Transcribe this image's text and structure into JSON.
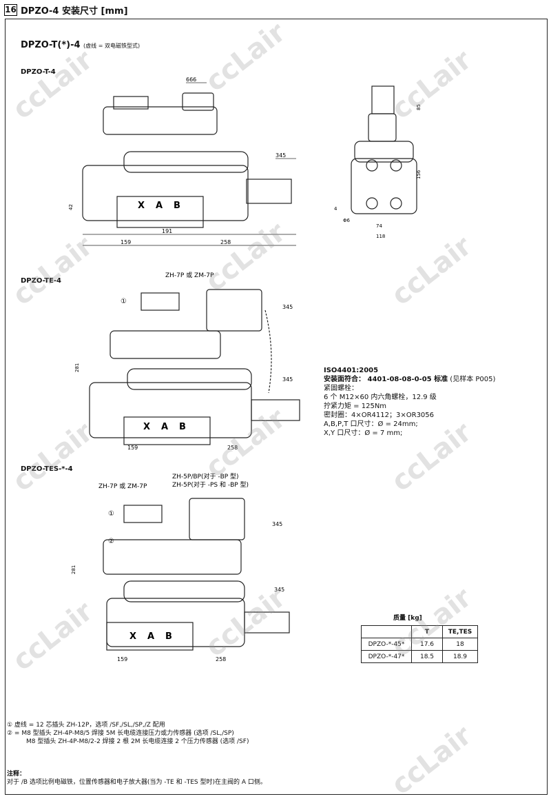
{
  "header": {
    "number": "16",
    "title": "DPZO-4 安装尺寸 [mm]"
  },
  "main_title": {
    "model": "DPZO-T(*)-4",
    "note": "(虚线 = 双电磁铁型式)"
  },
  "watermark": "ccLair",
  "drawings": {
    "t4": {
      "label": "DPZO-T-4",
      "dims": [
        "666",
        "345",
        "42",
        "191",
        "159",
        "258"
      ],
      "ports": [
        "X",
        "A",
        "B"
      ]
    },
    "side": {
      "dims": [
        "85",
        "156",
        "4",
        "Φ6",
        "74",
        "118"
      ]
    },
    "te4": {
      "label": "DPZO-TE-4",
      "connector": "ZH-7P 或 ZM-7P",
      "marker": "①",
      "dims": [
        "345",
        "345",
        "281",
        "159",
        "258"
      ],
      "ports": [
        "X",
        "A",
        "B"
      ]
    },
    "tes4": {
      "label": "DPZO-TES-*-4",
      "connector_left": "ZH-7P 或 ZM-7P",
      "connector_right_1": "ZH-5P/BP(对于 -BP 型)",
      "connector_right_2": "ZH-5P(对于 -PS 和 -BP 型)",
      "marker1": "①",
      "marker2": "②",
      "dims": [
        "345",
        "345",
        "281",
        "159",
        "258"
      ],
      "ports": [
        "X",
        "A",
        "B"
      ]
    }
  },
  "spec": {
    "line1": "ISO4401:2005",
    "line2_bold": "安装面符合： 4401-08-08-0-05 标准",
    "line2_rest": "(见样本 P005)",
    "line3": "紧固螺栓：",
    "line4": "6 个 M12×60 内六角螺栓，12.9 级",
    "line5": "拧紧力矩 = 125Nm",
    "line6": "密封圈：4×OR4112；3×OR3056",
    "line7": "A,B,P,T 口尺寸：Ø = 24mm;",
    "line8": "X,Y 口尺寸：Ø = 7 mm;"
  },
  "mass_table": {
    "caption": "质量 [kg]",
    "headers": [
      "",
      "T",
      "TE,TES"
    ],
    "rows": [
      [
        "DPZO-*-45*",
        "17.6",
        "18"
      ],
      [
        "DPZO-*-47*",
        "18.5",
        "18.9"
      ]
    ]
  },
  "notes": {
    "n1": "① 虚线 = 12 芯插头 ZH-12P，选项 /SF,/SL,/SP,/Z 配用",
    "n2": "② = M8 型插头 ZH-4P-M8/5 焊接 5M 长电缆连接压力或力传感器 (选项 /SL,/SP)",
    "n3": "M8 型插头 ZH-4P-M8/2-2 焊接 2 根 2M 长电缆连接 2 个压力传感器 (选项 /SF)"
  },
  "remark": {
    "title": "注释：",
    "text": "对于 /B 选项比例电磁铁，位置传感器和电子放大器(当为 -TE 和 -TES 型时)在主阀的 A 口侧。"
  }
}
